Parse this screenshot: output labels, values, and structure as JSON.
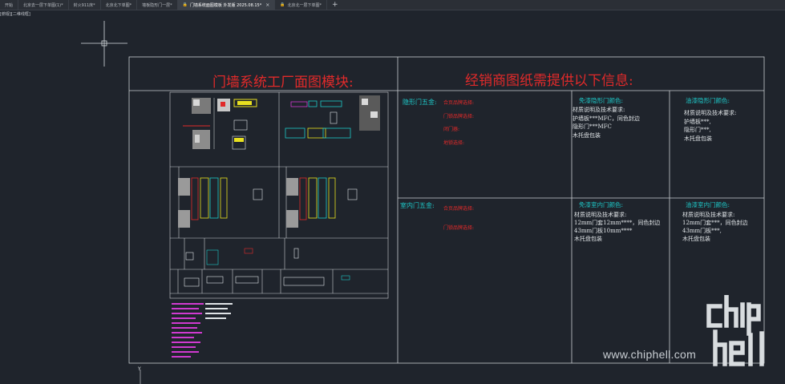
{
  "tabs": [
    {
      "label": "开始",
      "active": false,
      "close": false,
      "lock": false
    },
    {
      "label": "北京去一层下单图(1)*",
      "active": false,
      "close": false,
      "lock": false
    },
    {
      "label": "封火911床*",
      "active": false,
      "close": false,
      "lock": false
    },
    {
      "label": "北京北下单图*",
      "active": false,
      "close": false,
      "lock": false
    },
    {
      "label": "墙板隐形门一层*",
      "active": false,
      "close": false,
      "lock": false
    },
    {
      "label": "门墙系统面图模板 外发版 2025.08.15*",
      "active": true,
      "close": true,
      "lock": true
    },
    {
      "label": "北京北一层下单图*",
      "active": false,
      "close": false,
      "lock": true
    }
  ],
  "view_label": "[俯视][二维线框]",
  "drawing": {
    "left_title": "门墙系统工厂面图模块:",
    "right_title": "经销商图纸需提供以下信息:",
    "hidden_door_hw": {
      "heading": "隐形门五金:",
      "lines": [
        "合页品牌选择:",
        "门锁品牌选择:",
        "闭门器:",
        "地锁选择:"
      ]
    },
    "indoor_door_hw": {
      "heading": "室内门五金:",
      "lines": [
        "合页品牌选择:",
        "门锁品牌选择:"
      ]
    },
    "paint_free_hidden": {
      "heading": "免漆隐形门颜色:",
      "lines": [
        "材质说明及技术要求:",
        "护墙板***MFC，同色封边",
        "隐形门***MFC",
        "木托盘包装"
      ]
    },
    "oil_paint_hidden": {
      "heading": "油漆隐形门颜色:",
      "lines": [
        "材质说明及技术要求:",
        "护墙板***,",
        "隐形门***,",
        "木托盘包装"
      ]
    },
    "paint_free_indoor": {
      "heading": "免漆室内门颜色:",
      "lines": [
        "材质说明及技术要求:",
        "12mm门套12mm****，同色封边",
        "43mm门板10mm****",
        "木托盘包装"
      ]
    },
    "oil_paint_indoor": {
      "heading": "油漆室内门颜色:",
      "lines": [
        "材质说明及技术要求:",
        "12mm门套***，同色封边",
        "43mm门板***,",
        "木托盘包装"
      ]
    },
    "ucs_y": "Y"
  },
  "watermark": "www.chiphell.com",
  "colors": {
    "background": "#1f242c",
    "frame": "#c8ccd0",
    "red": "#e12a2a",
    "cyan": "#1ec8c8",
    "yellow": "#e8e020",
    "magenta": "#d03ad0"
  }
}
